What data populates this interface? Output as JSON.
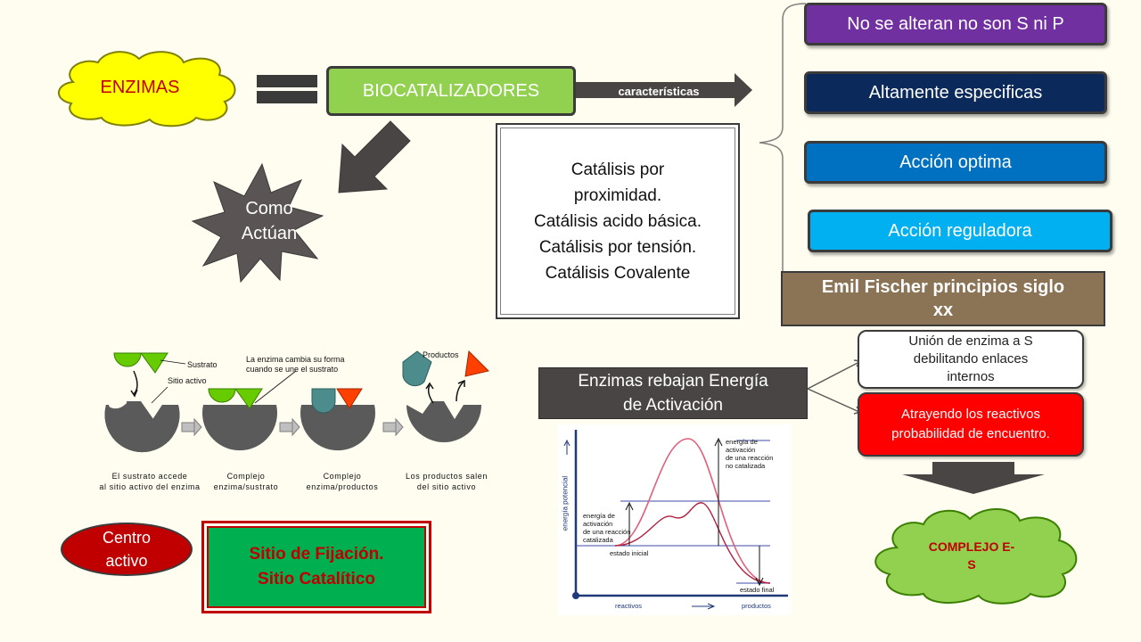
{
  "enzimas": "ENZIMAS",
  "biocatalizadores": "BIOCATALIZADORES",
  "caracteristicas": "características",
  "como_actuan": [
    "Como",
    "Actúan"
  ],
  "catalisis_lines": [
    "Catálisis por",
    "proximidad.",
    "Catálisis acido básica.",
    "Catálisis por tensión.",
    "Catálisis Covalente"
  ],
  "props": [
    {
      "label": "No se alteran no son S ni P",
      "color": "#7030a0"
    },
    {
      "label": "Altamente especificas",
      "color": "#0b2a5b"
    },
    {
      "label": "Acción optima",
      "color": "#0070c0"
    },
    {
      "label": "Acción reguladora",
      "color": "#00b0f0"
    }
  ],
  "fischer": [
    "Emil Fischer  principios siglo",
    "xx"
  ],
  "union": [
    "Unión de enzima a S",
    "debilitando enlaces",
    "internos"
  ],
  "atrayendo": [
    "Atrayendo los reactivos",
    "probabilidad de encuentro."
  ],
  "complejo_es": [
    "COMPLEJO E-",
    "S"
  ],
  "energia_box": [
    "Enzimas rebajan Energía",
    "de Activación"
  ],
  "centro_activo": [
    "Centro",
    "activo"
  ],
  "sitio": [
    "Sitio de Fijación.",
    "Sitio Catalítico"
  ],
  "mech": {
    "sustrato": "Sustrato",
    "sitio_activo": "Sitio activo",
    "cambia": [
      "La enzima cambia su forma",
      "cuando se une el sustrato"
    ],
    "productos": "Productos",
    "captions": [
      [
        "El sustrato accede",
        "al sitio activo del enzima"
      ],
      [
        "Complejo",
        "enzima/sustrato"
      ],
      [
        "Complejo",
        "enzima/productos"
      ],
      [
        "Los productos salen",
        "del sitio activo"
      ]
    ]
  },
  "energy_graph": {
    "ylabel": "energía potencial",
    "no_catalizada": [
      "energía de",
      "activación",
      "de una reacción",
      "no catalizada"
    ],
    "catalizada": [
      "energía de",
      "activación",
      "de una reacción",
      "catalizada"
    ],
    "estado_inicial": "estado inicial",
    "estado_final": "estado final",
    "reactivos": "reactivos",
    "productos": "productos"
  },
  "colors": {
    "enzimas_cloud": "#ffff00",
    "biocat_green": "#92d050",
    "fischer_brown": "#8b7355",
    "atrayendo_red": "#ff0000",
    "complejo_cloud": "#92d050",
    "sitio_green": "#00b050",
    "centro_red": "#c00000",
    "star_gray": "#5a5554",
    "energia_box": "#4a4545"
  }
}
